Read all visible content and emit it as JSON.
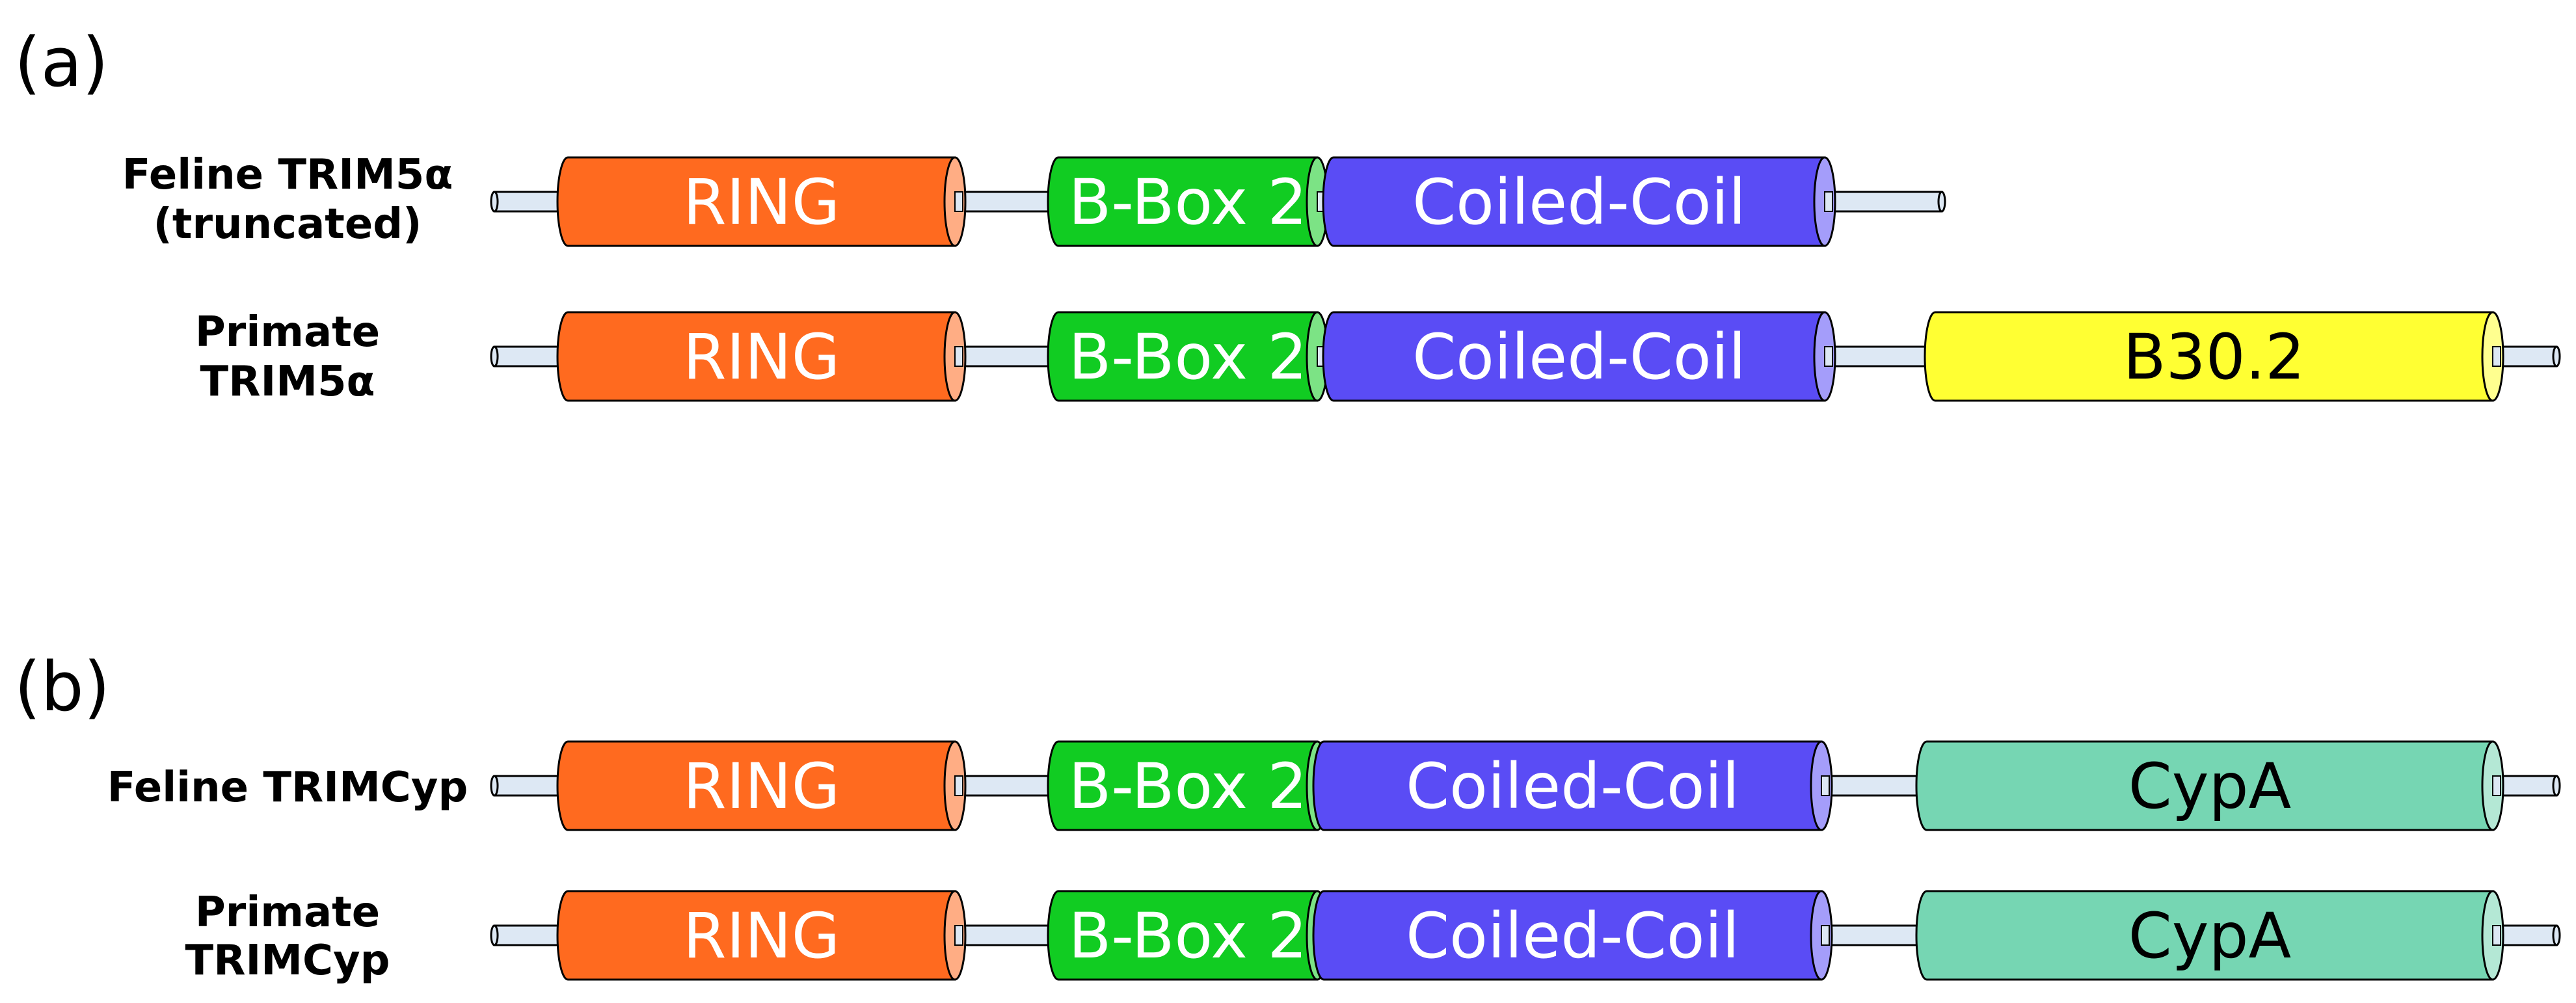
{
  "panels": [
    {
      "label": "(a)",
      "rows": [
        {
          "name_lines": [
            "Feline TRIM5α",
            "(truncated)"
          ],
          "domains": [
            {
              "name": "RING",
              "color": "#ff6a1f",
              "text_color": "#ffffff"
            },
            {
              "name": "B-Box 2",
              "color": "#11cc22",
              "text_color": "#ffffff"
            },
            {
              "name": "Coiled-Coil",
              "color": "#5a4cf5",
              "text_color": "#ffffff"
            }
          ]
        },
        {
          "name_lines": [
            "Primate",
            "TRIM5α"
          ],
          "domains": [
            {
              "name": "RING",
              "color": "#ff6a1f",
              "text_color": "#ffffff"
            },
            {
              "name": "B-Box 2",
              "color": "#11cc22",
              "text_color": "#ffffff"
            },
            {
              "name": "Coiled-Coil",
              "color": "#5a4cf5",
              "text_color": "#ffffff"
            },
            {
              "name": "B30.2",
              "color": "#ffff33",
              "text_color": "#000000"
            }
          ]
        }
      ]
    },
    {
      "label": "(b)",
      "rows": [
        {
          "name_lines": [
            "Feline TRIMCyp"
          ],
          "domains": [
            {
              "name": "RING",
              "color": "#ff6a1f",
              "text_color": "#ffffff"
            },
            {
              "name": "B-Box 2",
              "color": "#11cc22",
              "text_color": "#ffffff"
            },
            {
              "name": "Coiled-Coil",
              "color": "#5a4cf5",
              "text_color": "#ffffff"
            },
            {
              "name": "CypA",
              "color": "#76d6b3",
              "text_color": "#000000"
            }
          ]
        },
        {
          "name_lines": [
            "Primate",
            "TRIMCyp"
          ],
          "domains": [
            {
              "name": "RING",
              "color": "#ff6a1f",
              "text_color": "#ffffff"
            },
            {
              "name": "B-Box 2",
              "color": "#11cc22",
              "text_color": "#ffffff"
            },
            {
              "name": "Coiled-Coil",
              "color": "#5a4cf5",
              "text_color": "#ffffff"
            },
            {
              "name": "CypA",
              "color": "#76d6b3",
              "text_color": "#000000"
            }
          ]
        }
      ]
    }
  ],
  "linker_color": "#dde8f4"
}
